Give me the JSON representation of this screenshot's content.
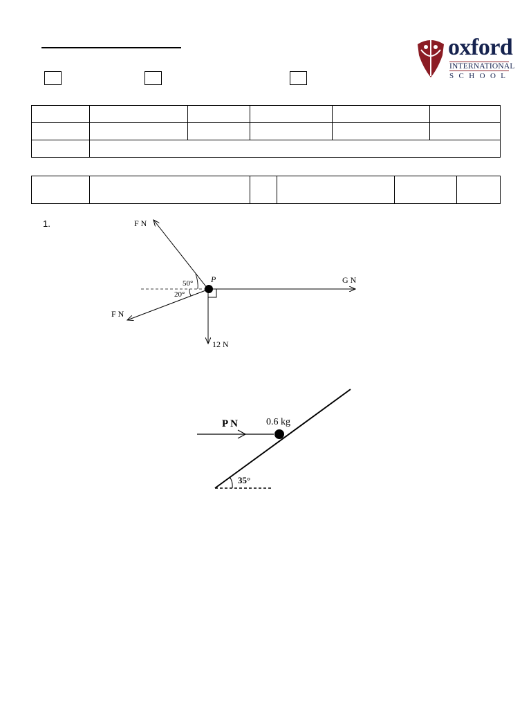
{
  "header": {
    "logo": {
      "name": "oxford-logo",
      "word": "oxford",
      "line1": "INTERNATIONAL",
      "line2": "SCHOOL",
      "colors": {
        "navy": "#16234f",
        "crimson": "#8b1c24"
      }
    }
  },
  "question": {
    "number": "1."
  },
  "diagram1": {
    "point_label": "P",
    "force_upper_left": "F N",
    "force_lower_left": "F N",
    "force_right": "G N",
    "force_down": "12 N",
    "angle_upper": "50°",
    "angle_lower": "20°"
  },
  "diagram2": {
    "force_label": "P N",
    "mass_label": "0.6 kg",
    "angle_label": "35°"
  }
}
